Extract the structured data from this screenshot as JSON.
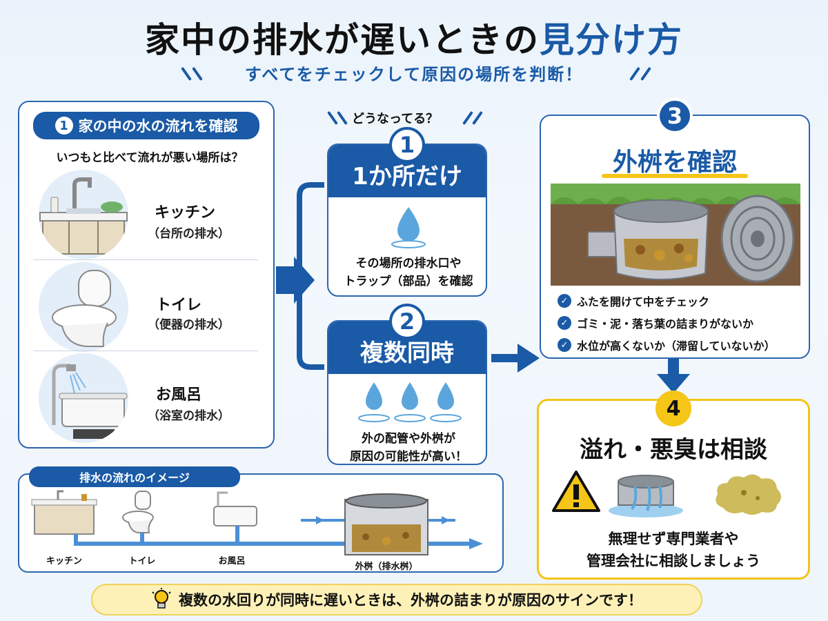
{
  "header": {
    "title_main": "家中の排水が遅いときの",
    "title_accent": "見分け方",
    "subtitle": "すべてをチェックして原因の場所を判断！"
  },
  "colors": {
    "primary": "#1a5aa6",
    "accent_yellow": "#f5c518",
    "note_bg": "#fdf1b8"
  },
  "panel1": {
    "number": "1",
    "title": "家の中の水の流れを確認",
    "question": "いつもと比べて流れが悪い場所は？",
    "rooms": [
      {
        "name": "キッチン",
        "sub": "（台所の排水）",
        "icon": "kitchen-sink-icon"
      },
      {
        "name": "トイレ",
        "sub": "（便器の排水）",
        "icon": "toilet-icon"
      },
      {
        "name": "お風呂",
        "sub": "（浴室の排水）",
        "icon": "bathtub-icon"
      }
    ]
  },
  "branch": {
    "hint": "どうなってる？",
    "case1": {
      "number": "1",
      "title": "1か所だけ",
      "text_line1": "その場所の排水口や",
      "text_line2": "トラップ（部品）を確認",
      "icon": "water-drop-icon"
    },
    "case2": {
      "number": "2",
      "title": "複数同時",
      "text_line1": "外の配管や外桝が",
      "text_line2": "原因の可能性が高い！",
      "icon": "water-drops-icon"
    }
  },
  "step3": {
    "number": "3",
    "title": "外桝を確認",
    "checks": [
      "ふたを開けて中をチェック",
      "ゴミ・泥・落ち葉の詰まりがないか",
      "水位が高くないか（滞留していないか）"
    ]
  },
  "step4": {
    "number": "4",
    "title": "溢れ・悪臭は相談",
    "text_line1": "無理せず専門業者や",
    "text_line2": "管理会社に相談しましょう",
    "icons": [
      "warning-icon",
      "overflow-icon",
      "odor-icon"
    ]
  },
  "flow_image": {
    "title": "排水の流れのイメージ",
    "labels": [
      "キッチン",
      "トイレ",
      "お風呂"
    ],
    "basin_label": "外桝（排水桝）"
  },
  "note": {
    "text": "複数の水回りが同時に遅いときは、外桝の詰まりが原因のサインです！",
    "icon": "lightbulb-icon"
  }
}
